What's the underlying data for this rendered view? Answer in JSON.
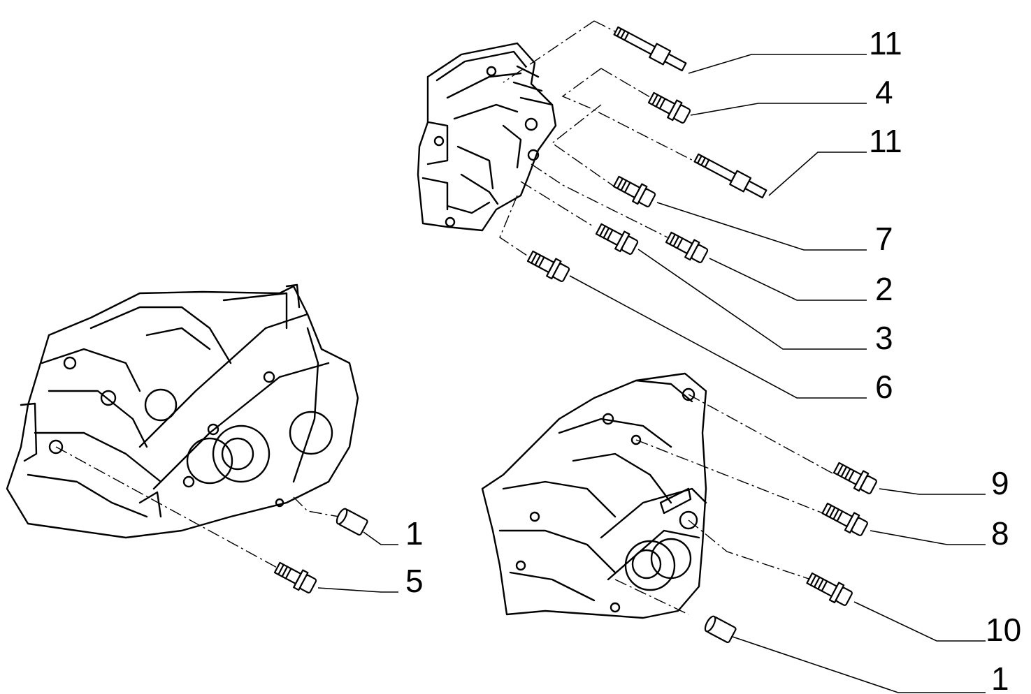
{
  "callouts": [
    {
      "id": "c11a",
      "label": "11"
    },
    {
      "id": "c4",
      "label": "4"
    },
    {
      "id": "c11b",
      "label": "11"
    },
    {
      "id": "c7",
      "label": "7"
    },
    {
      "id": "c2",
      "label": "2"
    },
    {
      "id": "c3",
      "label": "3"
    },
    {
      "id": "c6",
      "label": "6"
    },
    {
      "id": "c1a",
      "label": "1"
    },
    {
      "id": "c5",
      "label": "5"
    },
    {
      "id": "c9",
      "label": "9"
    },
    {
      "id": "c8",
      "label": "8"
    },
    {
      "id": "c10",
      "label": "10"
    },
    {
      "id": "c1b",
      "label": "1"
    }
  ],
  "colors": {
    "ink": "#000000",
    "paper": "#ffffff"
  },
  "parts": [
    "gearbox-casing-left",
    "gearbox-casing-right",
    "end-cover-top",
    "stud",
    "bolt",
    "dowel-bush"
  ]
}
